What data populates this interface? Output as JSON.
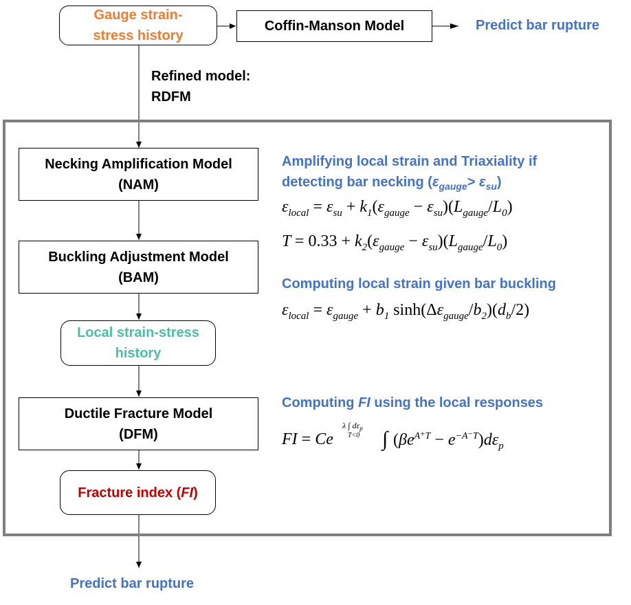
{
  "top": {
    "gauge_box": {
      "line1": "Gauge strain-",
      "line2": "stress history"
    },
    "coffin_manson": "Coffin-Manson Model",
    "predict_top": "Predict bar rupture",
    "refined_line1": "Refined model:",
    "refined_line2": "RDFM"
  },
  "flow": {
    "nam": {
      "line1": "Necking Amplification Model",
      "line2": "(NAM)"
    },
    "bam": {
      "line1": "Buckling Adjustment Model",
      "line2": "(BAM)"
    },
    "local": {
      "line1": "Local strain-stress",
      "line2": "history"
    },
    "dfm": {
      "line1": "Ductile Fracture Model",
      "line2": "(DFM)"
    },
    "fi": {
      "prefix": "Fracture index (",
      "symbol": "FI",
      "suffix": ")"
    }
  },
  "notes": {
    "necking_line1": "Amplifying local strain and Triaxiality if",
    "necking_line2_prefix": "detecting bar necking (",
    "necking_eps1": "ε",
    "necking_sub1": "gauge",
    "necking_gt": "> ",
    "necking_eps2": "ε",
    "necking_sub2": "su",
    "necking_close": ")",
    "buckling": "Computing local strain given bar buckling",
    "fi_prefix": "Computing ",
    "fi_symbol": "FI",
    "fi_suffix": " using the local responses"
  },
  "bottom": {
    "predict": "Predict bar rupture"
  },
  "colors": {
    "orange": "#ED7D31",
    "teal": "#4BBFA5",
    "red": "#C00000",
    "blue": "#4472C4",
    "frame": "#7f7f7f"
  }
}
